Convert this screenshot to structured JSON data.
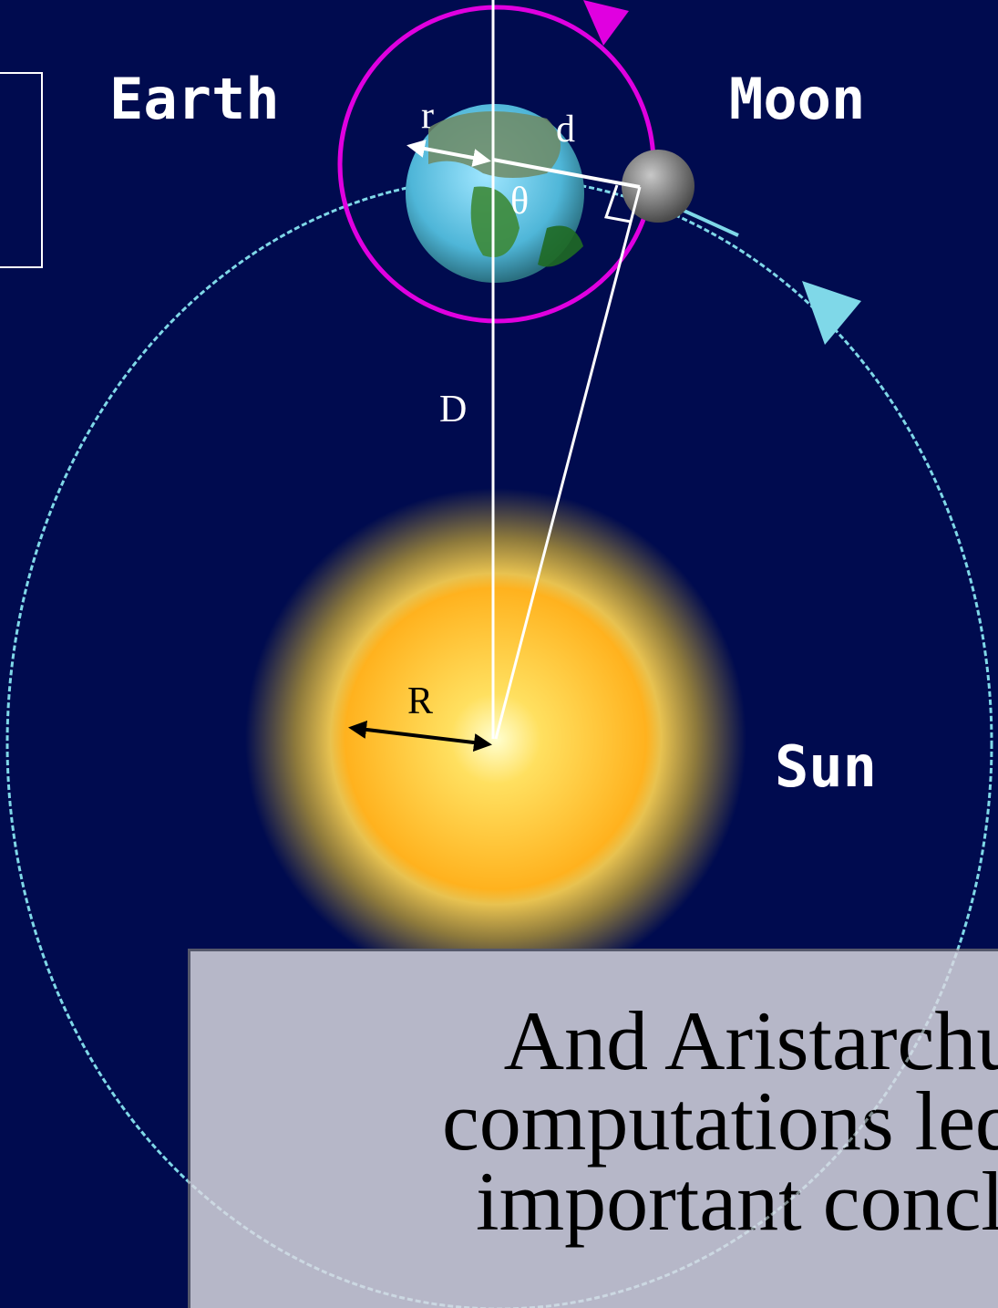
{
  "labels": {
    "earth": "Earth",
    "moon": "Moon",
    "sun": "Sun",
    "earth_radius": "r",
    "earth_moon_distance": "d",
    "angle": "θ",
    "earth_sun_distance": "D",
    "sun_radius": "R"
  },
  "caption": {
    "lines": [
      "And Aristarchu",
      "computations led h",
      "important conclu"
    ]
  },
  "colors": {
    "background": "#000b4f",
    "moon_orbit": "#e000e0",
    "earth_orbit": "#7fd8e8",
    "sun_core": "#ffb020",
    "caption_box": "#b6b7c8"
  }
}
